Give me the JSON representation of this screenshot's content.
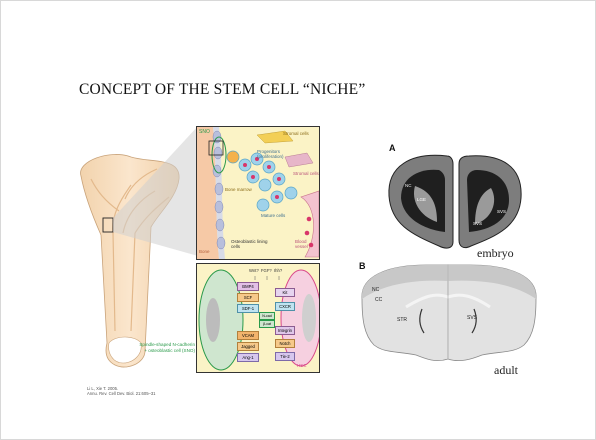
{
  "slide": {
    "title": "CONCEPT OF THE STEM CELL “NICHE”",
    "citation_line1": "Li L, Xie T. 2005.",
    "citation_line2": "Annu. Rev. Cell Dev. Biol. 21:605–31"
  },
  "niche_figure": {
    "labels": {
      "sno": "SNO",
      "stromal_cells_top": "Stromal cells",
      "progenitors": "Progenitors (proliferation)",
      "bone_marrow": "Bone marrow",
      "stromal_cells_right": "Stromal cells",
      "mature_cells": "Mature cells",
      "blood_vessel": "Blood vessel",
      "bone": "Bone",
      "osteoblastic_lining": "Osteoblastic lining cells"
    },
    "signaling": {
      "ligands_top": [
        "Wnt?",
        "FGF?",
        "Ihh?"
      ],
      "left_column": [
        "BMP4",
        "SCF",
        "SDF-1",
        "Jagged",
        "VCAM",
        "Ang-1"
      ],
      "right_column": [
        "Kit",
        "CXCR",
        "Integrin",
        "Notch",
        "Tie-2"
      ],
      "middle": [
        "N-cad",
        "β-cat"
      ],
      "sno_label": "Spindle-shaped N-cadherin + osteoblastic cell (SNO)",
      "hsc_label": "HSC"
    }
  },
  "brain_figure": {
    "panel_a": "A",
    "panel_b": "B",
    "embryo_caption": "embryo",
    "adult_caption": "adult",
    "labels_a": [
      "NC",
      "LGE",
      "SVS",
      "SVS"
    ],
    "labels_b": [
      "NC",
      "CC",
      "STR",
      "SVS"
    ]
  },
  "colors": {
    "bone_fill": "#f4dcc0",
    "marrow_bg": "#fbf3c6",
    "sno_green": "#2a9a4a",
    "hsc_pink": "#d9488a",
    "brain_gray": "#7d7d7d"
  }
}
